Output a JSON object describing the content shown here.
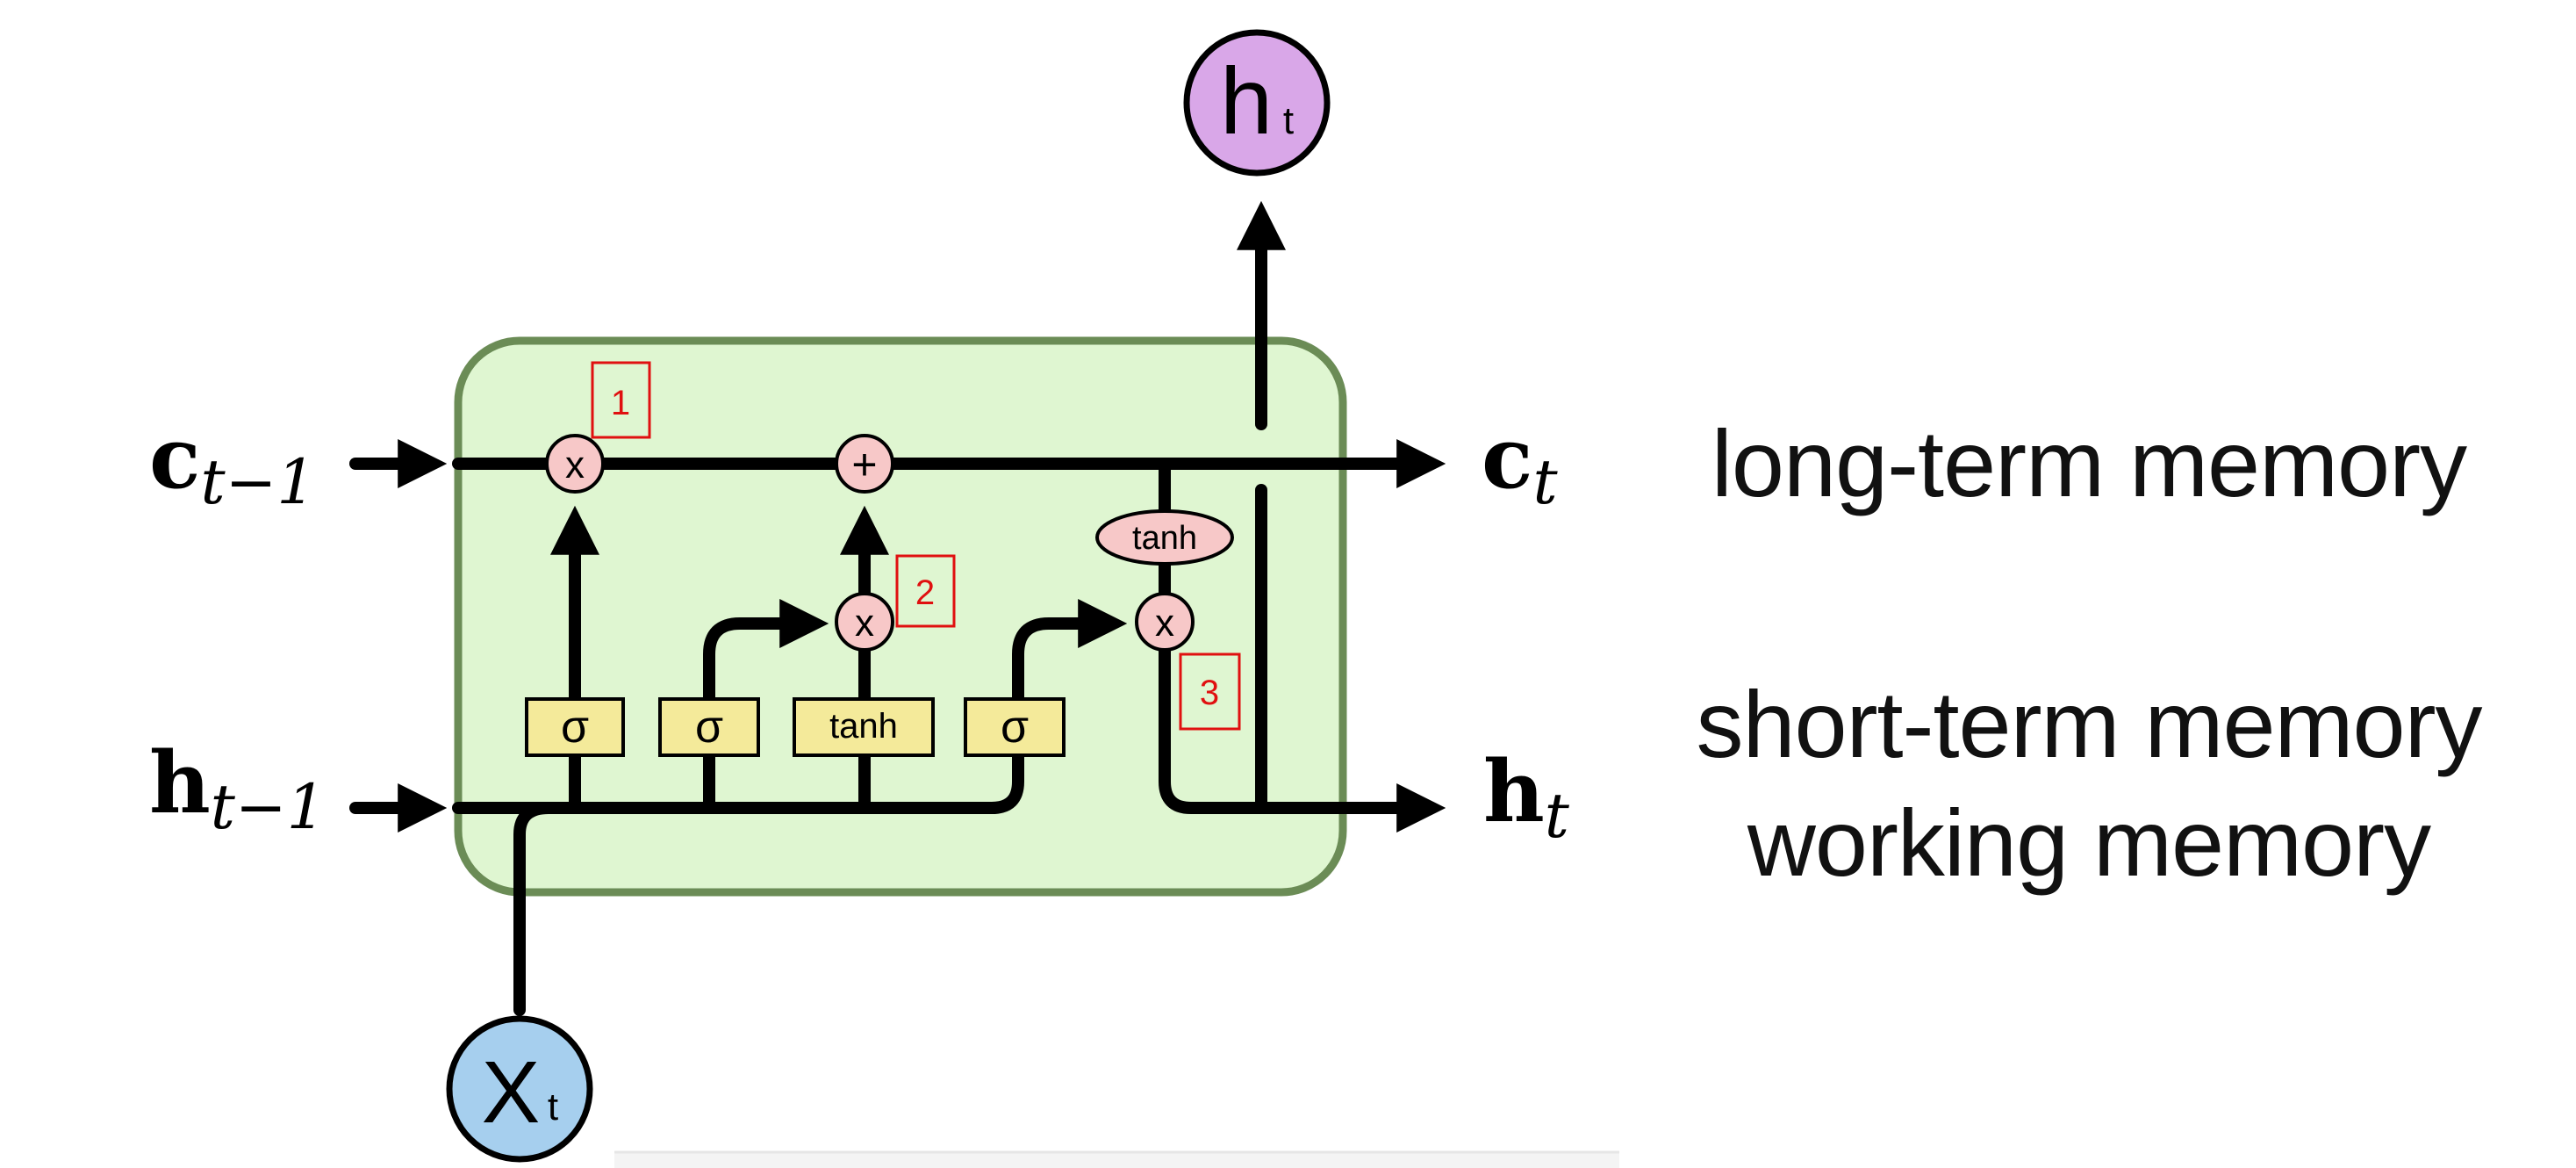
{
  "colors": {
    "cell_fill": "#dff6d1",
    "cell_stroke": "#6b8c56",
    "gate_fill": "#f4ea9a",
    "op_fill": "#f7c8c8",
    "output_fill": "#d9a7e8",
    "input_fill": "#a6cfee",
    "line": "#000000",
    "label_red": "#e01010"
  },
  "inputs": {
    "c_prev": {
      "base": "c",
      "sub": "t−1"
    },
    "h_prev": {
      "base": "h",
      "sub": "t−1"
    },
    "x": {
      "base": "X",
      "sub": "t"
    }
  },
  "outputs": {
    "c": {
      "base": "c",
      "sub": "t"
    },
    "h": {
      "base": "h",
      "sub": "t"
    },
    "h_top": {
      "base": "h",
      "sub": "t"
    }
  },
  "gates": {
    "forget": "σ",
    "input": "σ",
    "candidate": "tanh",
    "output": "σ"
  },
  "ops": {
    "forget_mult": "x",
    "add": "+",
    "input_mult": "x",
    "output_mult": "x",
    "cell_tanh": "tanh"
  },
  "callouts": [
    "1",
    "2",
    "3"
  ],
  "captions": {
    "long_term": "long-term memory",
    "short_term": "short-term memory",
    "working": "working memory"
  }
}
